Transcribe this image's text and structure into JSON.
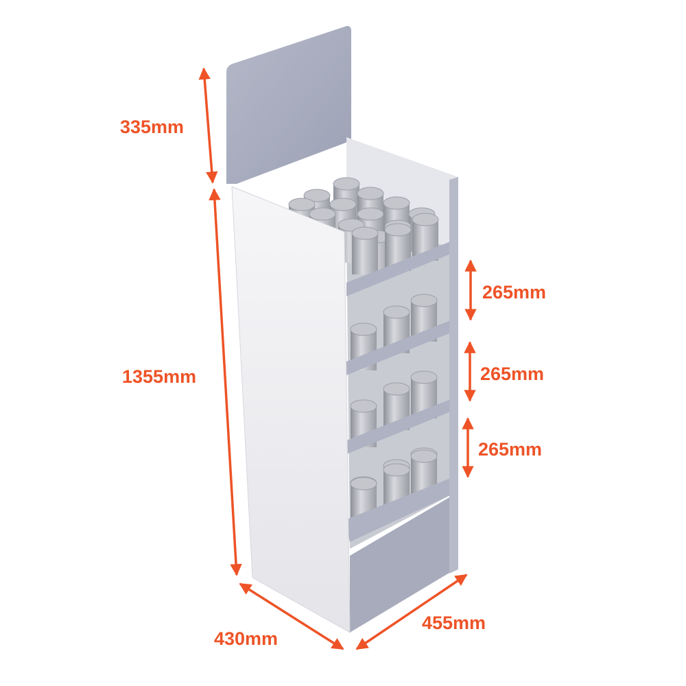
{
  "colors": {
    "accent": "#EE5327",
    "panel": "#A9ADBF",
    "side": "#ECECF0",
    "can": "#B9BBC2"
  },
  "dimensions": {
    "header_height": "335mm",
    "body_height": "1355mm",
    "shelf_1": "265mm",
    "shelf_2": "265mm",
    "shelf_3": "265mm",
    "depth": "430mm",
    "width": "455mm"
  }
}
